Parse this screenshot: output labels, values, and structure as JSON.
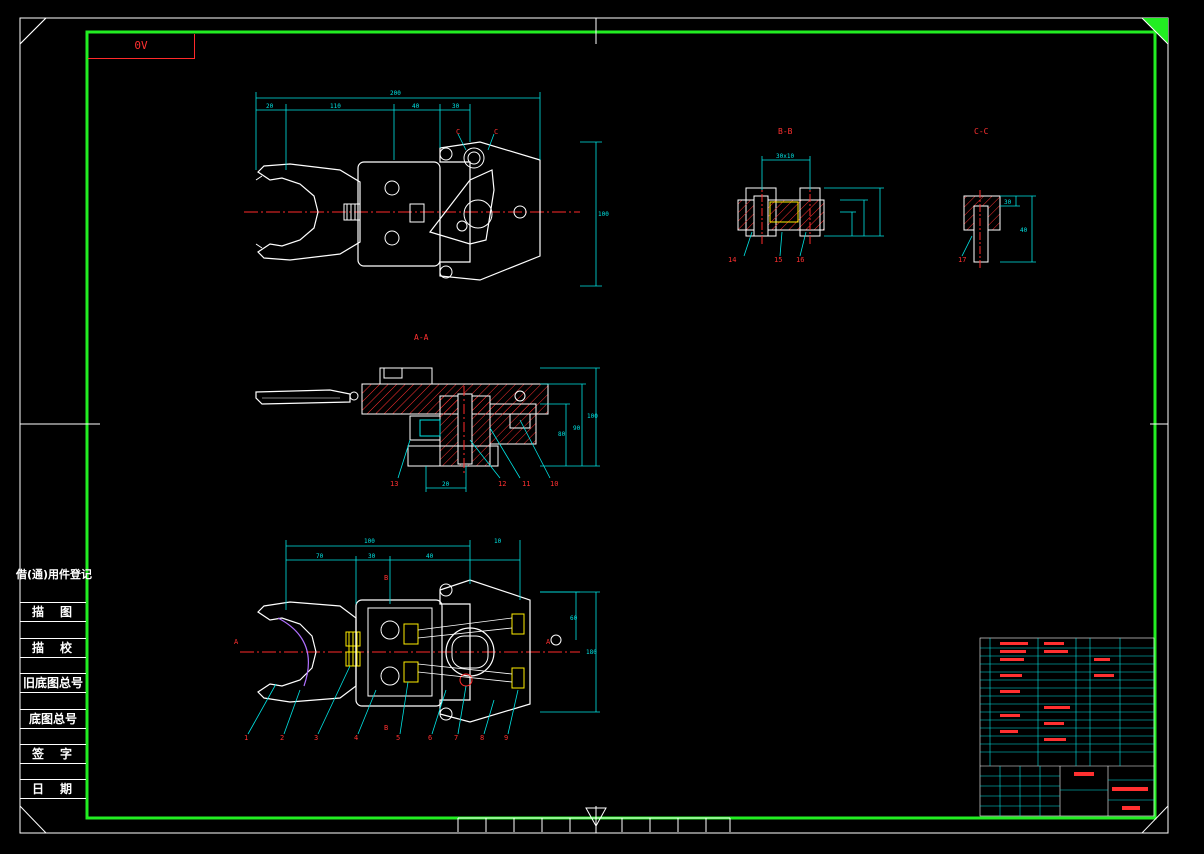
{
  "sheet": {
    "corner_code": "0V"
  },
  "sections": {
    "aa": "A-A",
    "bb": "B-B",
    "cc": "C-C"
  },
  "side_column": {
    "labels": [
      "借(通)用件登记",
      "描　图",
      "描　校",
      "旧底图总号",
      "底图总号",
      "签　字",
      "日　期"
    ]
  },
  "dimensions": {
    "top_view": [
      "200",
      "20",
      "110",
      "40",
      "30",
      "100"
    ],
    "section_aa": [
      "20",
      "100",
      "90",
      "80"
    ],
    "bottom_view": [
      "100",
      "70",
      "30",
      "40",
      "10",
      "60",
      "180"
    ],
    "section_bb": [
      "30x10"
    ],
    "section_cc": [
      "30",
      "40"
    ]
  },
  "balloons": {
    "bottom_view": [
      "1",
      "2",
      "3",
      "4",
      "5",
      "6",
      "7",
      "8",
      "9"
    ],
    "section_aa": [
      "13",
      "12",
      "11",
      "10"
    ],
    "section_bb": [
      "14",
      "15",
      "16"
    ],
    "section_cc": [
      "17"
    ]
  },
  "colors": {
    "frame": "#22ee22",
    "outline": "#ffffff",
    "dimension": "#00e5e5",
    "centerline": "#ff2a2a",
    "hatch": "#ff3030",
    "spring": "#ffee00",
    "jaw_arc": "#b070ff"
  }
}
